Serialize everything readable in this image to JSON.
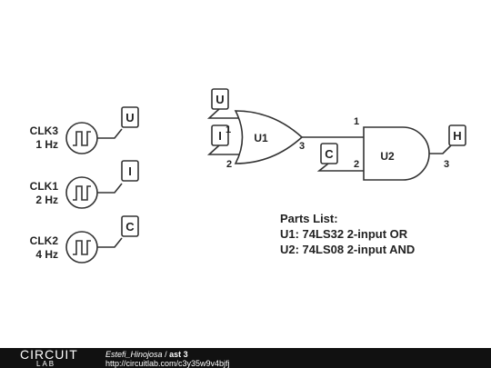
{
  "clocks": [
    {
      "name": "CLK3",
      "freq": "1 Hz",
      "tag": "U"
    },
    {
      "name": "CLK1",
      "freq": "2 Hz",
      "tag": "I"
    },
    {
      "name": "CLK2",
      "freq": "4 Hz",
      "tag": "C"
    }
  ],
  "gates": {
    "u1": {
      "label": "U1",
      "pins": {
        "in1": "1",
        "in2": "2",
        "out": "3"
      },
      "tags": [
        "U",
        "I"
      ]
    },
    "u2": {
      "label": "U2",
      "pins": {
        "in1": "1",
        "in2": "2",
        "out": "3"
      },
      "in2_tag": "C",
      "out_tag": "H"
    }
  },
  "parts_list": {
    "title": "Parts List:",
    "items": [
      "U1: 74LS32 2-input OR",
      "U2: 74LS08 2-input AND"
    ]
  },
  "footer": {
    "logo_main": "CIRCUIT",
    "logo_sub": "LAB",
    "author": "Estefi_Hinojosa",
    "separator": "/",
    "title": "ast 3",
    "url": "http://circuitlab.com/c3y35w9v4bjfj"
  }
}
